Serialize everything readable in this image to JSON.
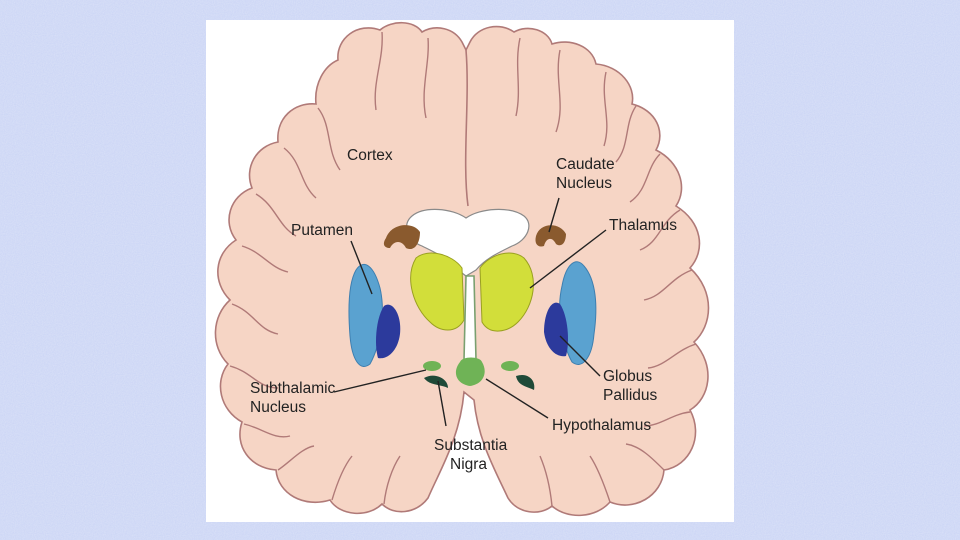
{
  "diagram": {
    "labels": {
      "cortex": "Cortex",
      "caudate_1": "Caudate",
      "caudate_2": "Nucleus",
      "putamen": "Putamen",
      "thalamus": "Thalamus",
      "subthalamic_1": "Subthalamic",
      "subthalamic_2": "Nucleus",
      "globus_1": "Globus",
      "globus_2": "Pallidus",
      "substantia_1": "Substantia",
      "substantia_2": "Nigra",
      "hypothalamus": "Hypothalamus"
    },
    "colors": {
      "background": "#c9d3f4",
      "cortex": "#f6d5c5",
      "cortex_outline": "#b07a78",
      "caudate": "#8a5a2e",
      "thalamus": "#d2de3a",
      "putamen": "#5aa2d0",
      "globus_pallidus": "#2c3a9c",
      "subthalamic": "#6fb356",
      "substantia_nigra": "#1f4a38",
      "ventricle": "#ffffff"
    }
  }
}
